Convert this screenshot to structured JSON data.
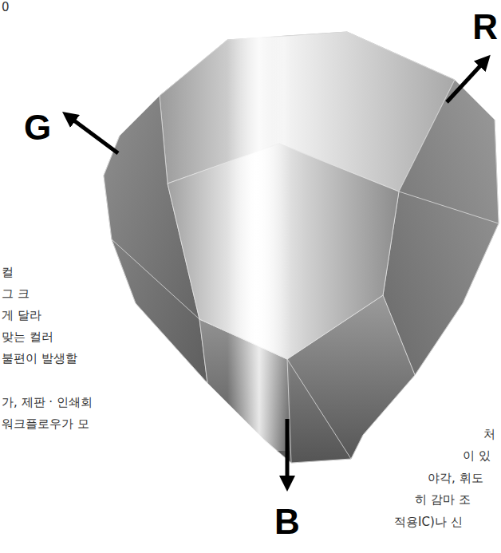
{
  "diagram": {
    "labels": [
      "0",
      "R",
      "G",
      "컬",
      "그 크",
      "게 달라",
      "맞는 컬러",
      "불편이 발생할",
      "처",
      "이 있",
      "야각, 휘도",
      "히 감마 조",
      "가, 제판 · 인쇄회",
      "워크플로우가 모",
      "B",
      "적용IC)나 신"
    ]
  }
}
